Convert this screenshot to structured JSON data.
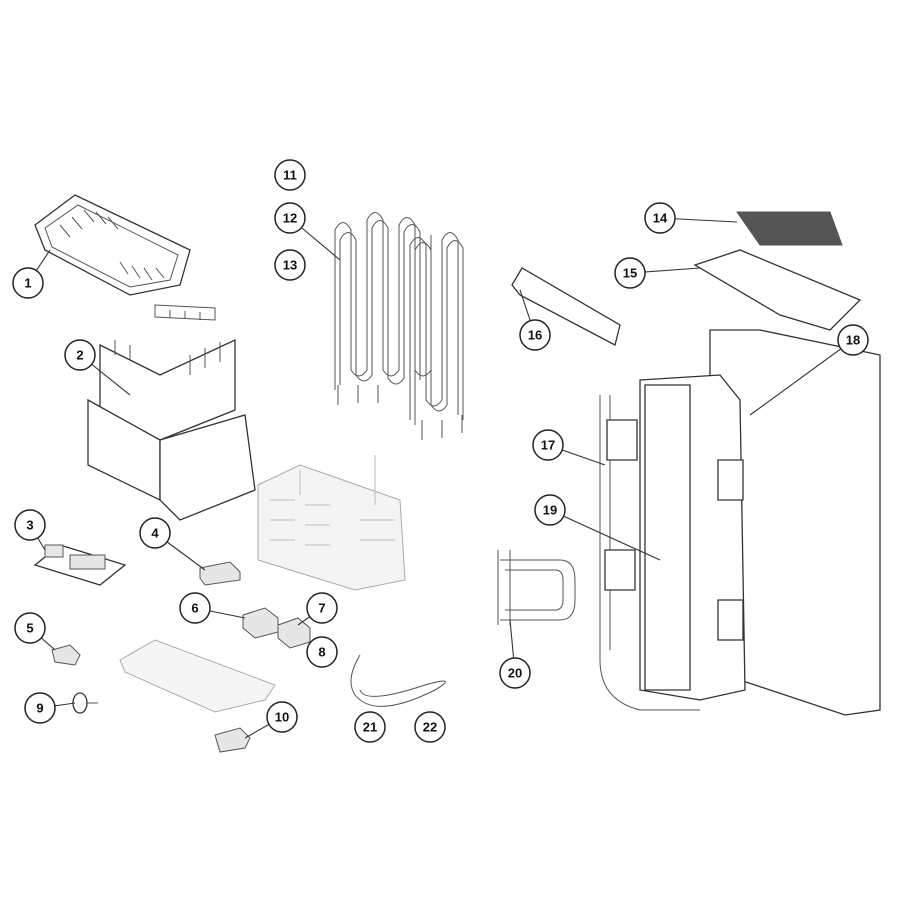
{
  "diagram": {
    "type": "exploded-parts-view",
    "callouts": [
      "1",
      "2",
      "3",
      "4",
      "5",
      "6",
      "7",
      "8",
      "9",
      "10",
      "11",
      "12",
      "13",
      "14",
      "15",
      "16",
      "17",
      "18",
      "19",
      "20",
      "21",
      "22"
    ]
  }
}
